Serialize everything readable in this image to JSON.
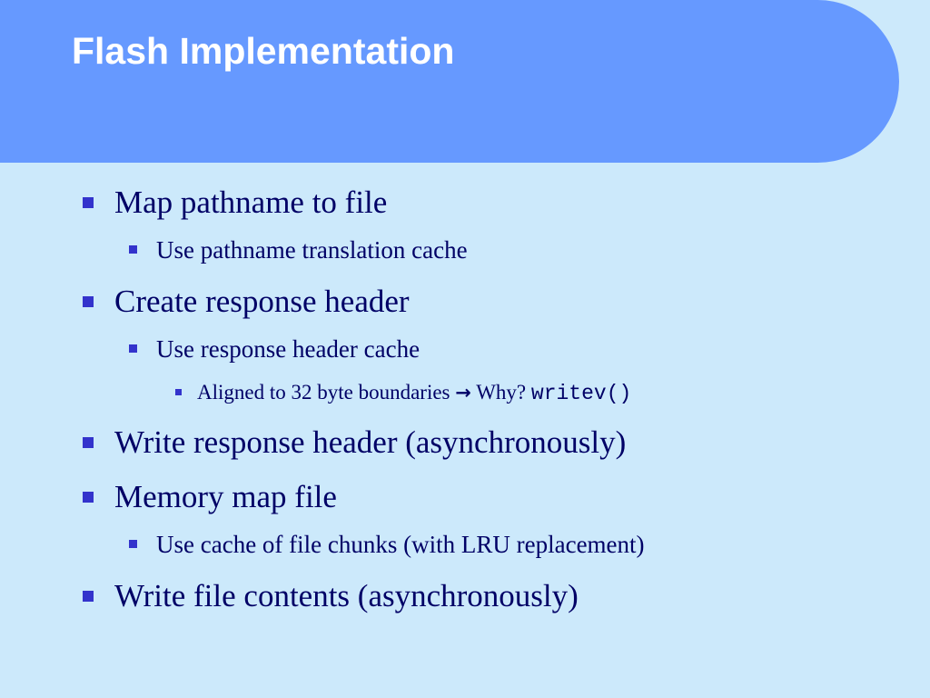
{
  "slide": {
    "title": "Flash Implementation",
    "colors": {
      "background": "#cce9fb",
      "title_band": "#6699ff",
      "title_text": "#ffffff",
      "body_text": "#000066",
      "bullet_marker": "#3333cc"
    },
    "bullets": [
      {
        "level": 1,
        "text": "Map pathname to file"
      },
      {
        "level": 2,
        "text": "Use pathname translation cache"
      },
      {
        "level": 1,
        "text": "Create response header"
      },
      {
        "level": 2,
        "text": "Use response header cache"
      },
      {
        "level": 3,
        "text": "Aligned to 32 byte boundaries",
        "arrow_icon": "right-arrow-icon",
        "after_arrow": "Why?",
        "code": "writev()"
      },
      {
        "level": 1,
        "text": "Write response header (asynchronously)"
      },
      {
        "level": 1,
        "text": "Memory map file"
      },
      {
        "level": 2,
        "text": "Use cache of file chunks (with LRU replacement)"
      },
      {
        "level": 1,
        "text": "Write file contents (asynchronously)"
      }
    ]
  }
}
